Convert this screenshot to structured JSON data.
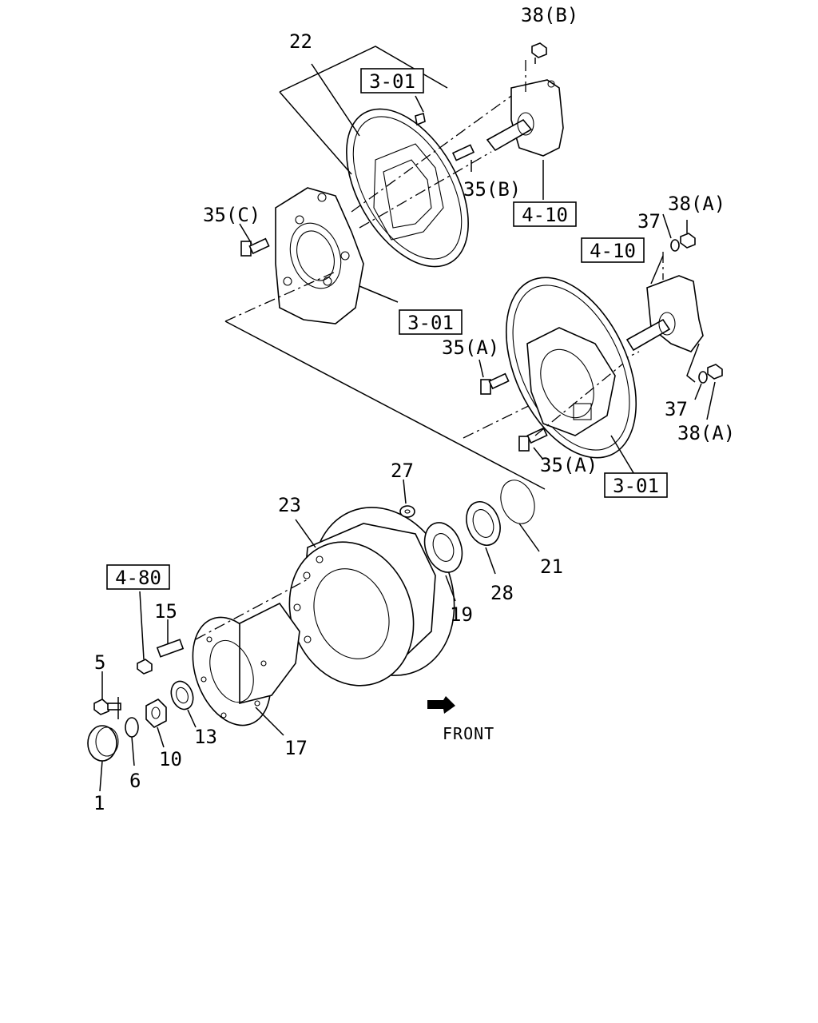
{
  "diagram": {
    "front_label": "FRONT",
    "part_labels": {
      "p38b": "38(B)",
      "p22": "22",
      "p35b": "35(B)",
      "p35c": "35(C)",
      "p37_top": "37",
      "p38a_top": "38(A)",
      "p35a_top": "35(A)",
      "p35a_bottom": "35(A)",
      "p37_bottom": "37",
      "p38a_bottom": "38(A)",
      "p27": "27",
      "p23": "23",
      "p21": "21",
      "p28": "28",
      "p19": "19",
      "p15": "15",
      "p5": "5",
      "p13": "13",
      "p17": "17",
      "p10": "10",
      "p6": "6",
      "p1": "1"
    },
    "reference_boxes": {
      "r301_top": "3-01",
      "r410_top": "4-10",
      "r301_mid": "3-01",
      "r410_right": "4-10",
      "r301_bottom": "3-01",
      "r480": "4-80"
    }
  }
}
